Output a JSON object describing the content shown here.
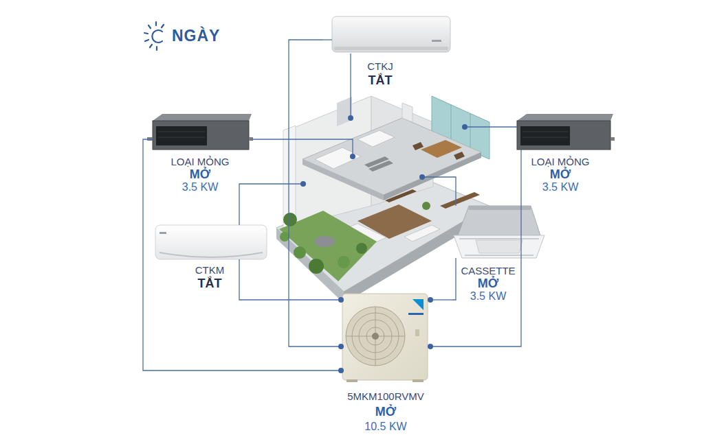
{
  "diagram": {
    "title": "NGÀY",
    "nodes": [
      {
        "text": [
          "CTKJ",
          "TẮT"
        ]
      },
      {
        "text": [
          "LOẠI MỎNG",
          "MỞ",
          "3.5 KW"
        ]
      },
      {
        "text": [
          "LOẠI MỎNG",
          "MỞ",
          "3.5 KW"
        ]
      },
      {
        "text": [
          "CTKM",
          "TẮT"
        ]
      },
      {
        "text": [
          "CASSETTE",
          "MỞ",
          "3.5 KW"
        ]
      },
      {
        "text": [
          "5MKM100RVMV",
          "MỞ",
          "10.5 KW"
        ]
      }
    ],
    "edges": [
      {
        "from": 0,
        "to": 5,
        "arrow": "none"
      },
      {
        "from": 1,
        "to": 5,
        "arrow": "none"
      },
      {
        "from": 2,
        "to": 5,
        "arrow": "none"
      },
      {
        "from": 3,
        "to": 5,
        "arrow": "none"
      },
      {
        "from": 4,
        "to": 5,
        "arrow": "none"
      }
    ]
  }
}
